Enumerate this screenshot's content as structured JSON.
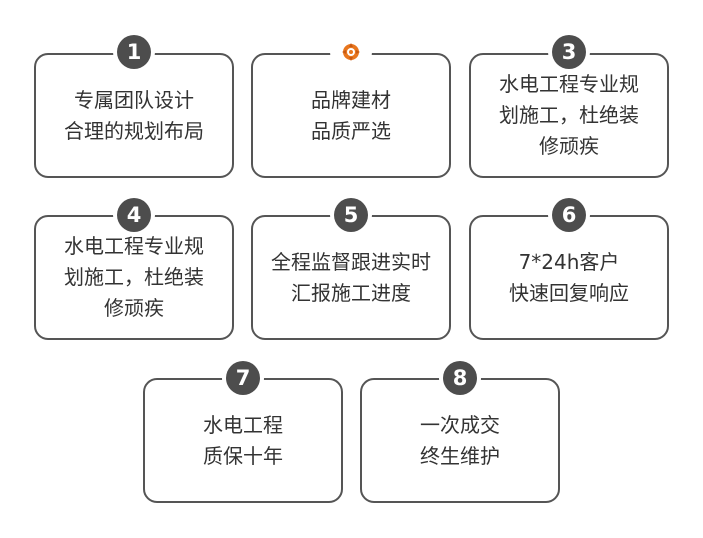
{
  "items": [
    {
      "number": "1",
      "text": "专属团队设计\n合理的规划布局"
    },
    {
      "number": "",
      "text": "品牌建材\n品质严选"
    },
    {
      "number": "3",
      "text": "水电工程专业规\n划施工，杜绝装\n修顽疾"
    },
    {
      "number": "4",
      "text": "水电工程专业规\n划施工，杜绝装\n修顽疾"
    },
    {
      "number": "5",
      "text": "全程监督跟进实时\n汇报施工进度"
    },
    {
      "number": "6",
      "text": "7*24h客户\n快速回复响应"
    },
    {
      "number": "7",
      "text": "水电工程\n质保十年"
    },
    {
      "number": "8",
      "text": "一次成交\n终生维护"
    }
  ],
  "colors": {
    "border": "#555555",
    "badge": "#4d4d4d",
    "text": "#333333",
    "accent_icon": "#e8761e"
  }
}
